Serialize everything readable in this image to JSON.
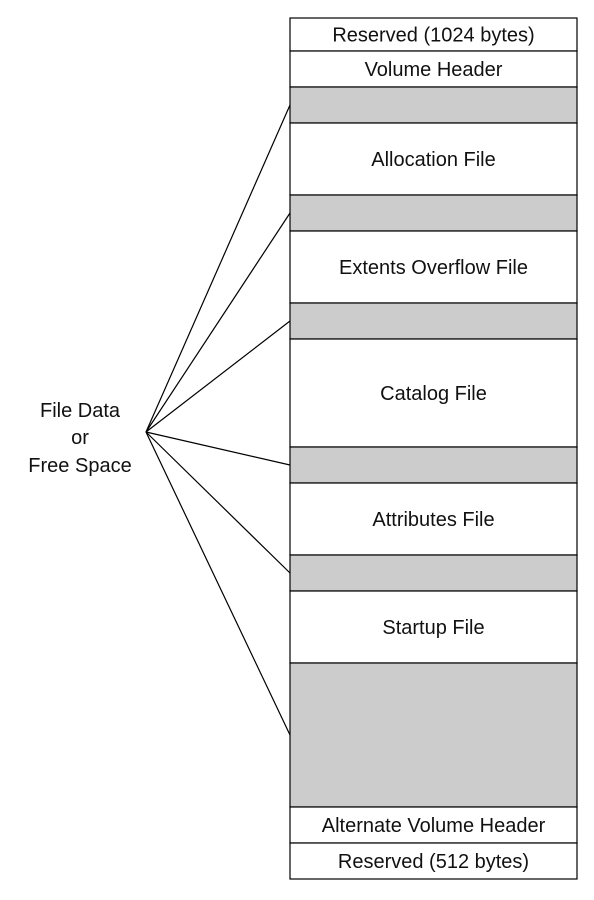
{
  "colors": {
    "outline": "#000000",
    "file_region": "#ffffff",
    "space_region": "#cccccc",
    "text": "#111111"
  },
  "side_label": {
    "line1": "File Data",
    "line2": "or",
    "line3": "Free Space"
  },
  "segments": [
    {
      "kind": "header",
      "label": "Reserved (1024 bytes)"
    },
    {
      "kind": "header",
      "label": "Volume Header"
    },
    {
      "kind": "space",
      "label": ""
    },
    {
      "kind": "file",
      "label": "Allocation File"
    },
    {
      "kind": "space",
      "label": ""
    },
    {
      "kind": "file",
      "label": "Extents Overflow File"
    },
    {
      "kind": "space",
      "label": ""
    },
    {
      "kind": "file",
      "label": "Catalog File"
    },
    {
      "kind": "space",
      "label": ""
    },
    {
      "kind": "file",
      "label": "Attributes File"
    },
    {
      "kind": "space",
      "label": ""
    },
    {
      "kind": "file",
      "label": "Startup File"
    },
    {
      "kind": "space",
      "label": ""
    },
    {
      "kind": "header",
      "label": "Alternate Volume Header"
    },
    {
      "kind": "header",
      "label": "Reserved (512 bytes)"
    }
  ]
}
